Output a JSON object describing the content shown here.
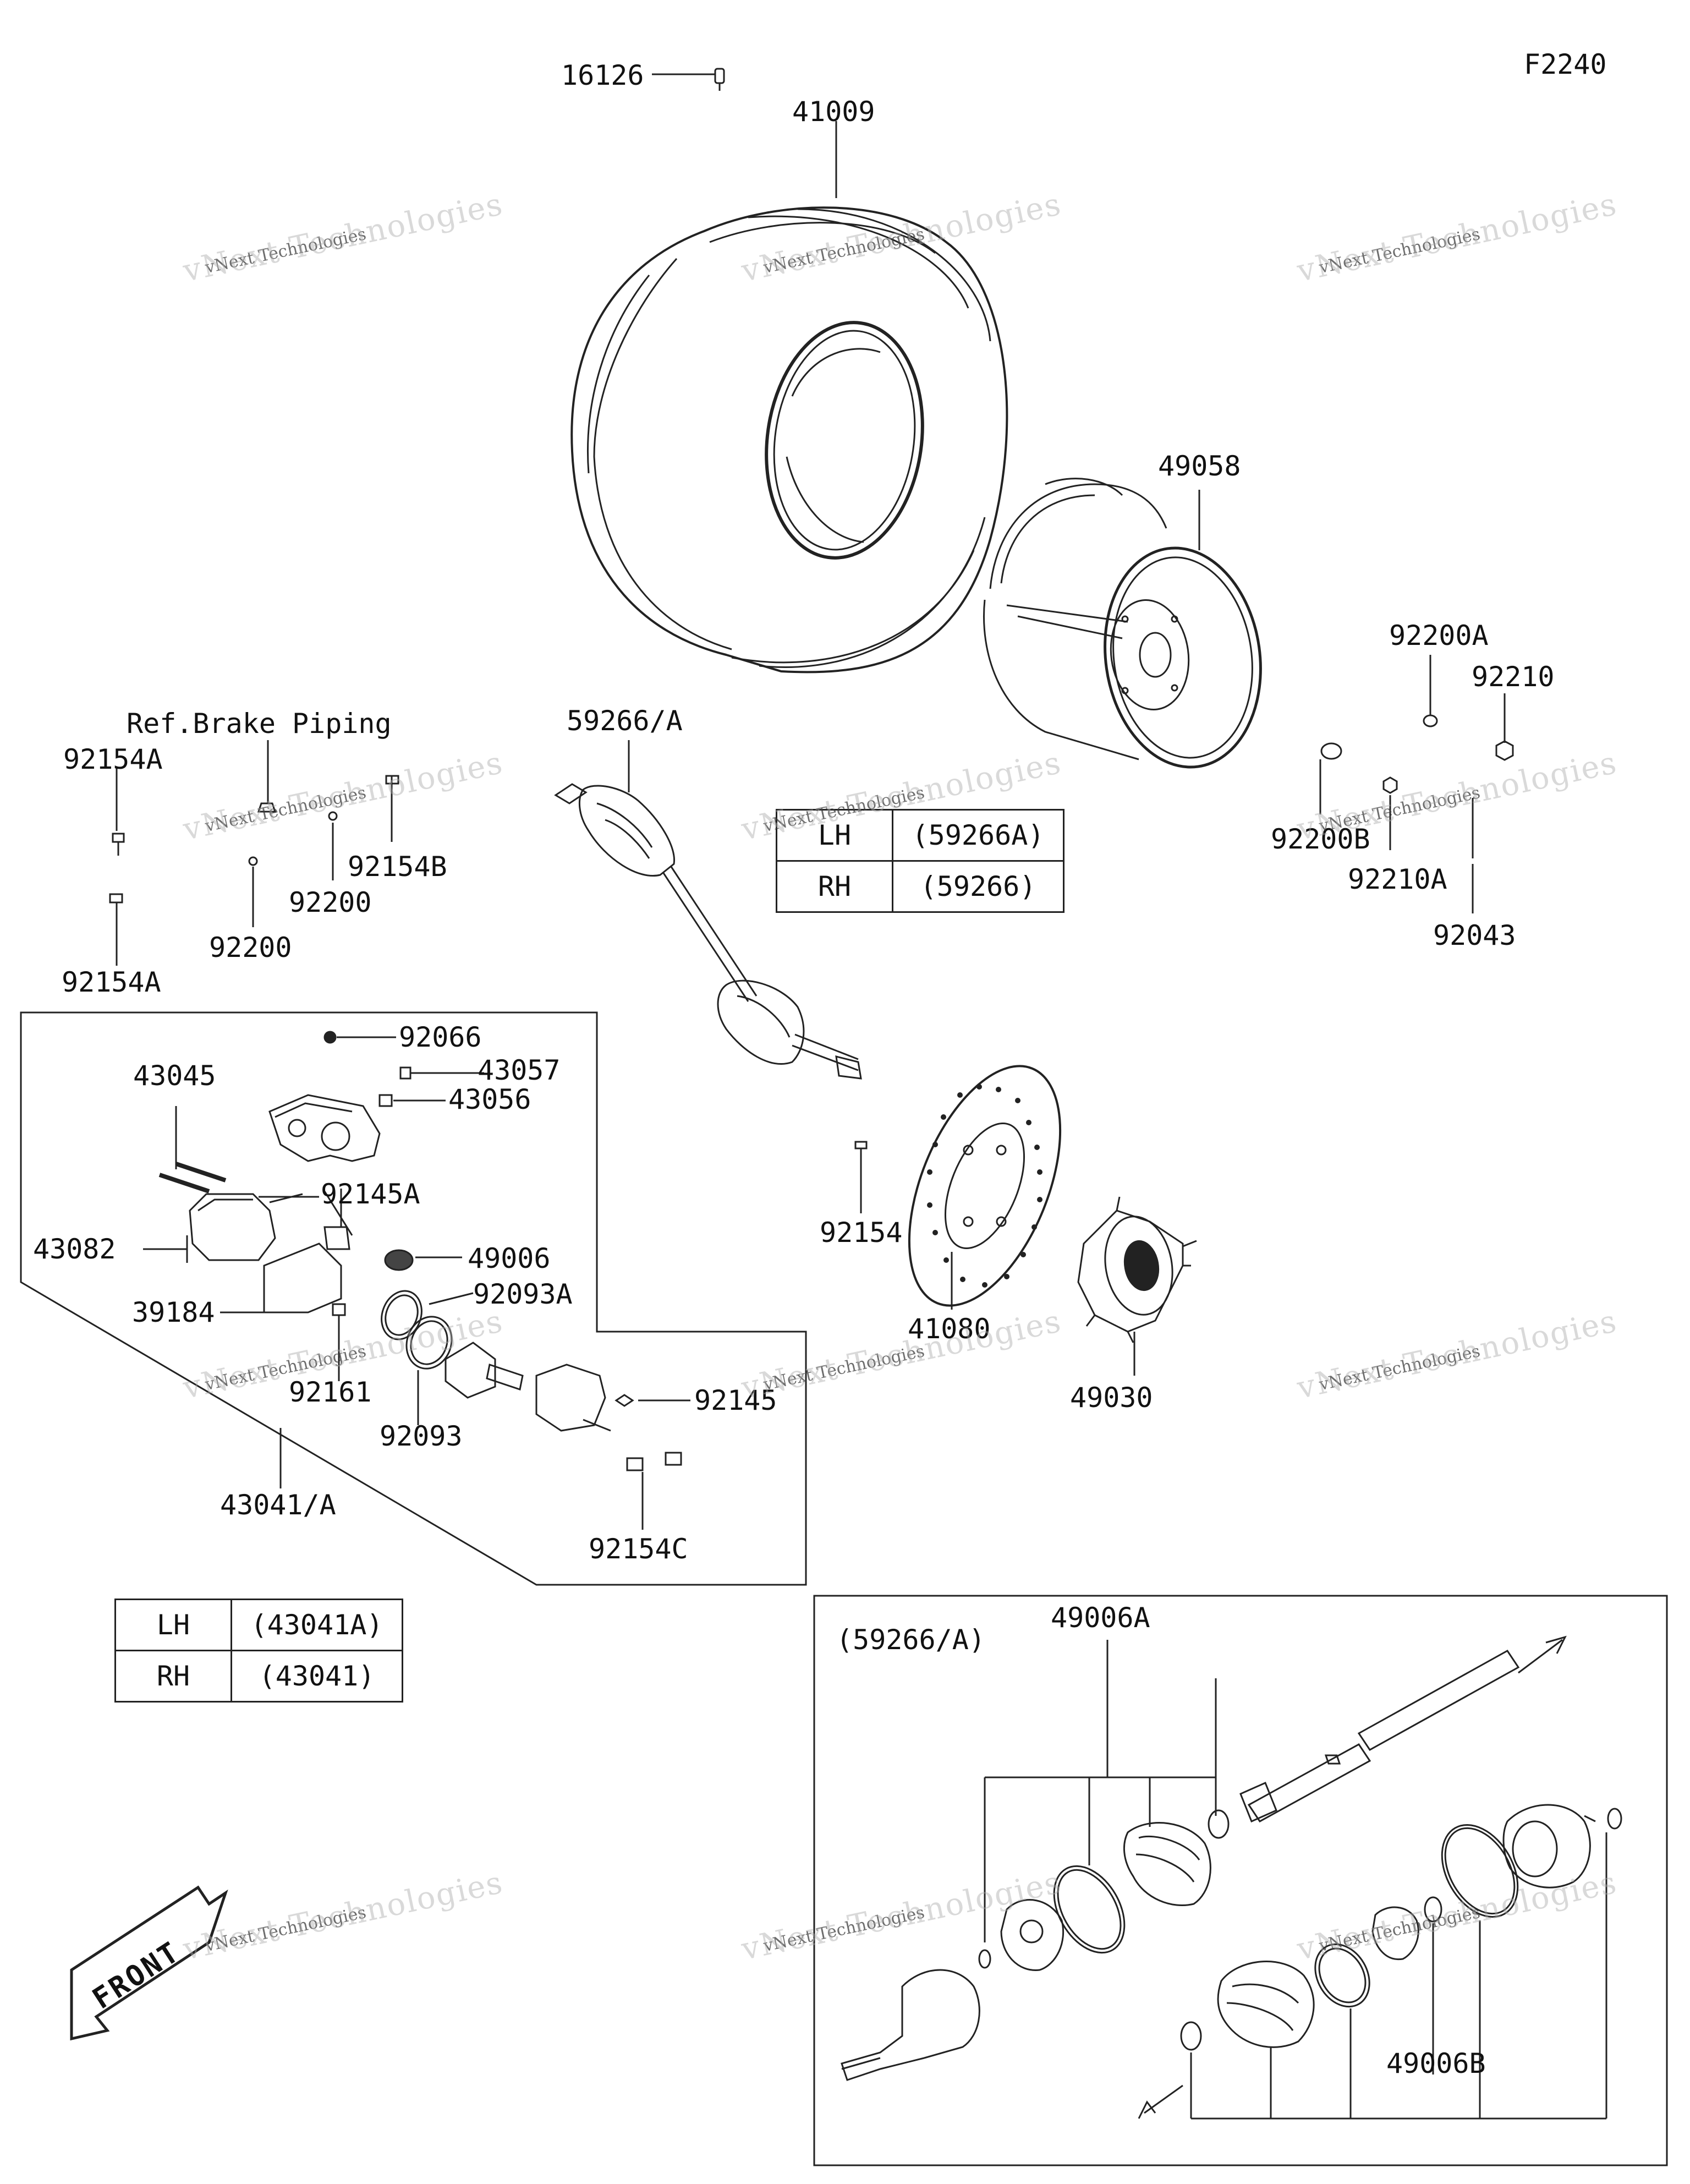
{
  "figure_code": "F2240",
  "labels": {
    "p16126": "16126",
    "p41009": "41009",
    "p49058": "49058",
    "p92200A": "92200A",
    "p92210": "92210",
    "p92200B": "92200B",
    "p92210A": "92210A",
    "p92043": "92043",
    "ref_brake": "Ref.Brake Piping",
    "p92154A_top": "92154A",
    "p92154B": "92154B",
    "p92200_a": "92200",
    "p92200_b": "92200",
    "p92154A_bottom": "92154A",
    "p59266A": "59266/A",
    "p92066": "92066",
    "p43045": "43045",
    "p43057": "43057",
    "p43056": "43056",
    "p92145A": "92145A",
    "p43082": "43082",
    "p49006": "49006",
    "p39184": "39184",
    "p92093A": "92093A",
    "p92161": "92161",
    "p92093": "92093",
    "p92145": "92145",
    "p43041A": "43041/A",
    "p92154C": "92154C",
    "p92154": "92154",
    "p41080": "41080",
    "p49030": "49030",
    "inset_title": "(59266/A)",
    "p49006A": "49006A",
    "p49006B": "49006B",
    "front": "FRONT"
  },
  "table_axle": {
    "rows": [
      {
        "side": "LH",
        "part": "(59266A)"
      },
      {
        "side": "RH",
        "part": "(59266)"
      }
    ]
  },
  "table_caliper": {
    "rows": [
      {
        "side": "LH",
        "part": "(43041A)"
      },
      {
        "side": "RH",
        "part": "(43041)"
      }
    ]
  },
  "watermark": {
    "line1": "vNext Technologies",
    "line2": "vNext Technologies"
  }
}
